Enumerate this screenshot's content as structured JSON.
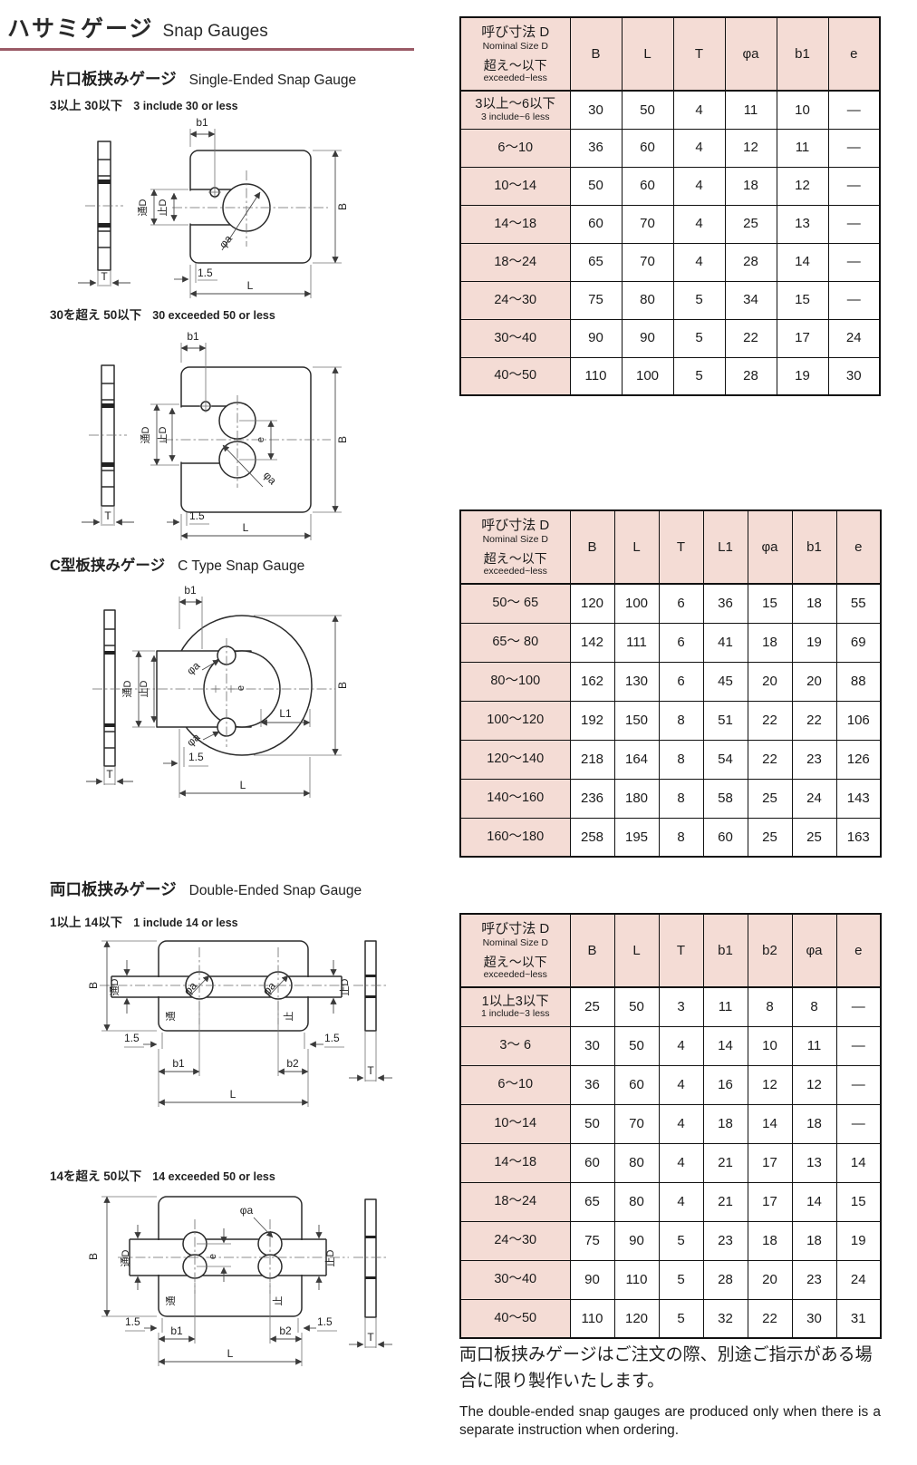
{
  "page": {
    "title_jp": "ハサミゲージ",
    "title_en": "Snap Gauges"
  },
  "colors": {
    "accent_rule": "#9a5a66",
    "table_header_bg": "#f4dcd5",
    "border": "#111111"
  },
  "sections": {
    "single_ended": {
      "heading_jp": "片口板挟みゲージ",
      "heading_en": "Single-Ended Snap Gauge",
      "caption1_jp": "3以上 30以下",
      "caption1_en": "3 include 30 or less",
      "caption2_jp": "30を超え 50以下",
      "caption2_en": "30 exceeded 50 or less"
    },
    "c_type": {
      "heading_jp": "C型板挟みゲージ",
      "heading_en": "C Type Snap Gauge"
    },
    "double_ended": {
      "heading_jp": "両口板挟みゲージ",
      "heading_en": "Double-Ended Snap Gauge",
      "caption1_jp": "1以上 14以下",
      "caption1_en": "1 include 14 or less",
      "caption2_jp": "14を超え 50以下",
      "caption2_en": "14 exceeded 50 or less"
    }
  },
  "dim_labels": {
    "b1": "b1",
    "b2": "b2",
    "B": "B",
    "L": "L",
    "L1": "L1",
    "T": "T",
    "e": "e",
    "phia": "φa",
    "pass_d": "通D",
    "stop_d": "止D",
    "pass": "通",
    "stop": "止",
    "gap": "1.5"
  },
  "tables": [
    {
      "name": "single-ended-snap-gauge-table",
      "header": {
        "jp1": "呼び寸法 D",
        "en1": "Nominal Size D",
        "jp2": "超え〜以下",
        "en2": "exceeded~less"
      },
      "columns": [
        "B",
        "L",
        "T",
        "φa",
        "b1",
        "e"
      ],
      "rows": [
        {
          "label": "3以上〜6以下",
          "sublabel": "3 include~6 less",
          "values": [
            "30",
            "50",
            "4",
            "11",
            "10",
            "—"
          ]
        },
        {
          "label": "6〜10",
          "values": [
            "36",
            "60",
            "4",
            "12",
            "11",
            "—"
          ]
        },
        {
          "label": "10〜14",
          "values": [
            "50",
            "60",
            "4",
            "18",
            "12",
            "—"
          ]
        },
        {
          "label": "14〜18",
          "values": [
            "60",
            "70",
            "4",
            "25",
            "13",
            "—"
          ]
        },
        {
          "label": "18〜24",
          "values": [
            "65",
            "70",
            "4",
            "28",
            "14",
            "—"
          ]
        },
        {
          "label": "24〜30",
          "values": [
            "75",
            "80",
            "5",
            "34",
            "15",
            "—"
          ]
        },
        {
          "label": "30〜40",
          "values": [
            "90",
            "90",
            "5",
            "22",
            "17",
            "24"
          ]
        },
        {
          "label": "40〜50",
          "values": [
            "110",
            "100",
            "5",
            "28",
            "19",
            "30"
          ]
        }
      ]
    },
    {
      "name": "c-type-snap-gauge-table",
      "header": {
        "jp1": "呼び寸法 D",
        "en1": "Nominal Size D",
        "jp2": "超え〜以下",
        "en2": "exceeded~less"
      },
      "columns": [
        "B",
        "L",
        "T",
        "L1",
        "φa",
        "b1",
        "e"
      ],
      "rows": [
        {
          "label": "50〜 65",
          "values": [
            "120",
            "100",
            "6",
            "36",
            "15",
            "18",
            "55"
          ]
        },
        {
          "label": "65〜 80",
          "values": [
            "142",
            "111",
            "6",
            "41",
            "18",
            "19",
            "69"
          ]
        },
        {
          "label": "80〜100",
          "values": [
            "162",
            "130",
            "6",
            "45",
            "20",
            "20",
            "88"
          ]
        },
        {
          "label": "100〜120",
          "values": [
            "192",
            "150",
            "8",
            "51",
            "22",
            "22",
            "106"
          ]
        },
        {
          "label": "120〜140",
          "values": [
            "218",
            "164",
            "8",
            "54",
            "22",
            "23",
            "126"
          ]
        },
        {
          "label": "140〜160",
          "values": [
            "236",
            "180",
            "8",
            "58",
            "25",
            "24",
            "143"
          ]
        },
        {
          "label": "160〜180",
          "values": [
            "258",
            "195",
            "8",
            "60",
            "25",
            "25",
            "163"
          ]
        }
      ]
    },
    {
      "name": "double-ended-snap-gauge-table",
      "header": {
        "jp1": "呼び寸法 D",
        "en1": "Nominal Size D",
        "jp2": "超え〜以下",
        "en2": "exceeded~less"
      },
      "columns": [
        "B",
        "L",
        "T",
        "b1",
        "b2",
        "φa",
        "e"
      ],
      "rows": [
        {
          "label": "1以上3以下",
          "sublabel": "1 include~3 less",
          "values": [
            "25",
            "50",
            "3",
            "11",
            "8",
            "8",
            "—"
          ]
        },
        {
          "label": "3〜 6",
          "values": [
            "30",
            "50",
            "4",
            "14",
            "10",
            "11",
            "—"
          ]
        },
        {
          "label": "6〜10",
          "values": [
            "36",
            "60",
            "4",
            "16",
            "12",
            "12",
            "—"
          ]
        },
        {
          "label": "10〜14",
          "values": [
            "50",
            "70",
            "4",
            "18",
            "14",
            "18",
            "—"
          ]
        },
        {
          "label": "14〜18",
          "values": [
            "60",
            "80",
            "4",
            "21",
            "17",
            "13",
            "14"
          ]
        },
        {
          "label": "18〜24",
          "values": [
            "65",
            "80",
            "4",
            "21",
            "17",
            "14",
            "15"
          ]
        },
        {
          "label": "24〜30",
          "values": [
            "75",
            "90",
            "5",
            "23",
            "18",
            "18",
            "19"
          ]
        },
        {
          "label": "30〜40",
          "values": [
            "90",
            "110",
            "5",
            "28",
            "20",
            "23",
            "24"
          ]
        },
        {
          "label": "40〜50",
          "values": [
            "110",
            "120",
            "5",
            "32",
            "22",
            "30",
            "31"
          ]
        }
      ]
    }
  ],
  "footnote": {
    "jp": "両口板挟みゲージはご注文の際、別途ご指示がある場合に限り製作いたします。",
    "en": "The double-ended snap gauges are produced only when there is a separate instruction when ordering."
  }
}
